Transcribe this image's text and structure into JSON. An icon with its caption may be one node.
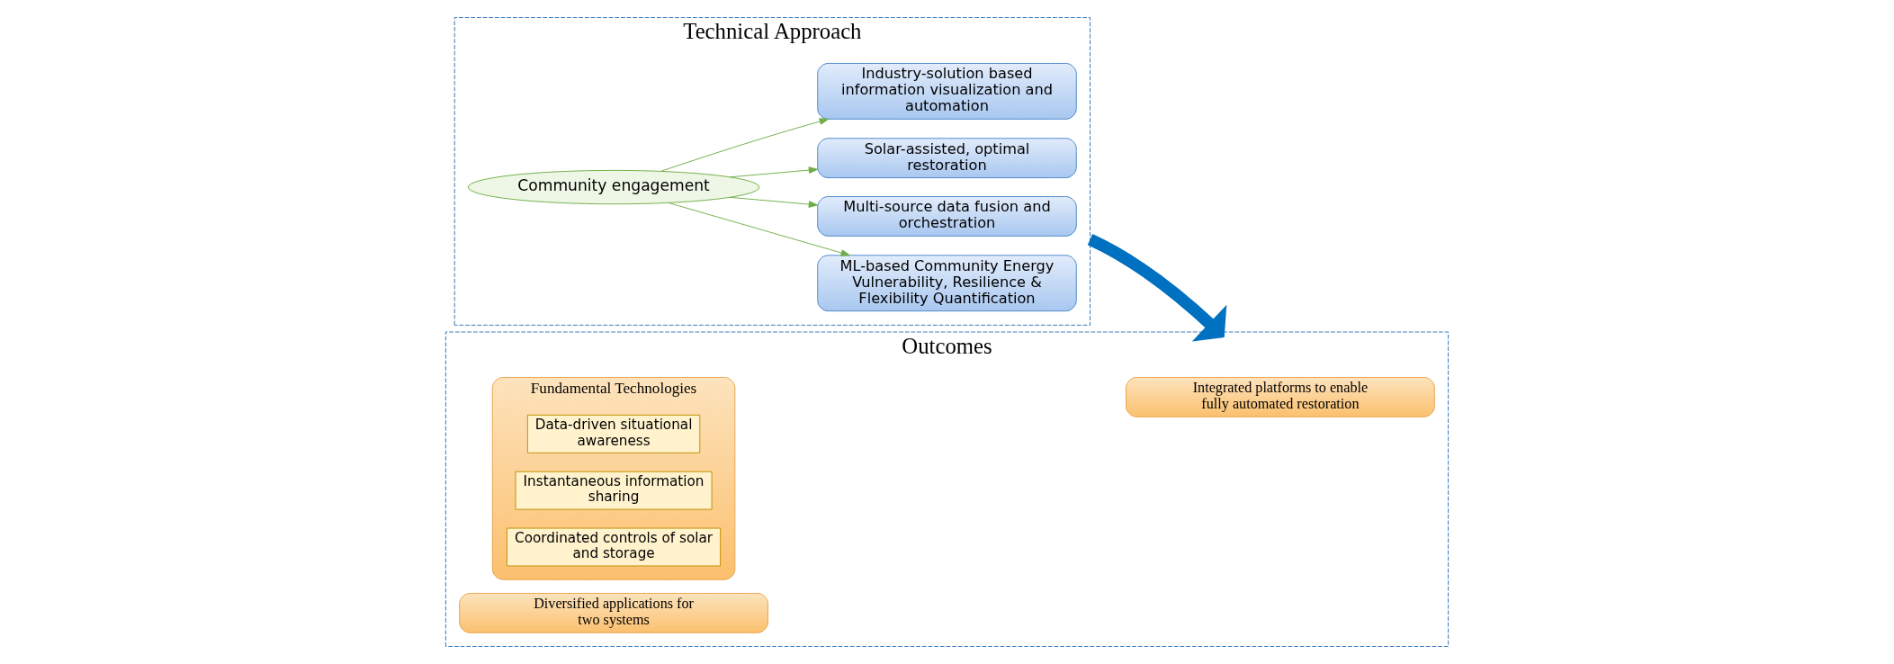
{
  "diagram": {
    "nodes": [
      {
        "text": [
          "Technical Approach"
        ]
      },
      {
        "text": [
          "Community engagement"
        ],
        "in": 0
      },
      {
        "text": [
          "ML-based Community Energy Vulnerability, Resilience & Flexibility Quantification"
        ],
        "in": 0
      },
      {
        "text": [
          "Multi-source data fusion and orchestration"
        ],
        "in": 0
      },
      {
        "text": [
          "Solar-assisted, optimal restoration"
        ],
        "in": 0
      },
      {
        "text": [
          "Industry-solution based information visualization and automation"
        ],
        "in": 0
      },
      {
        "text": [
          "Outcomes"
        ]
      },
      {
        "text": [
          "Fundamental Technologies"
        ],
        "in": 6
      },
      {
        "text": [
          "Data-driven situational awareness"
        ],
        "in": 7
      },
      {
        "text": [
          "Instantaneous information sharing"
        ],
        "in": 7
      },
      {
        "text": [
          "Coordinated controls of solar and storage"
        ],
        "in": 7
      },
      {
        "text": [
          "Integrated platforms to enable fully automated restoration"
        ],
        "in": 6
      },
      {
        "text": [
          "Diversified applications for two systems"
        ],
        "in": 6
      }
    ],
    "edges": [
      {
        "from": 1,
        "to": 2,
        "arrow": "to"
      },
      {
        "from": 1,
        "to": 3,
        "arrow": "to"
      },
      {
        "from": 1,
        "to": 4,
        "arrow": "to"
      },
      {
        "from": 1,
        "to": 5,
        "arrow": "to"
      },
      {
        "from": 0,
        "to": 6,
        "arrow": "to",
        "style": "thick",
        "color": "#0070c0"
      }
    ]
  }
}
